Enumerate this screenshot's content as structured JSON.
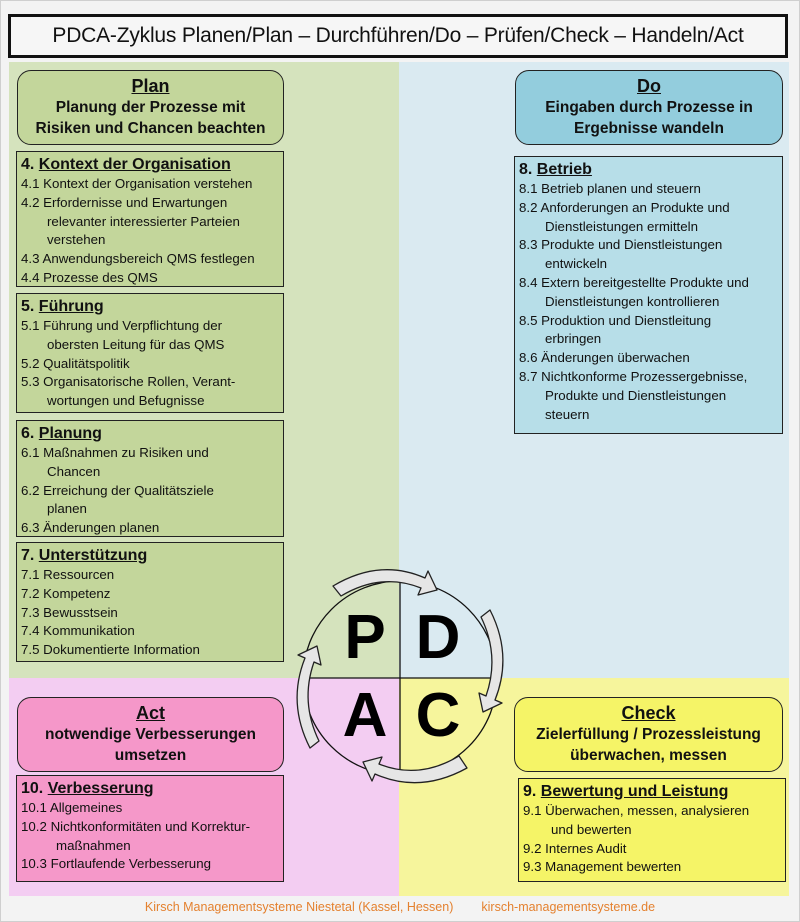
{
  "title": "PDCA-Zyklus Planen/Plan – Durchführen/Do – Prüfen/Check – Handeln/Act",
  "colors": {
    "plan_bg": "#d5e3bd",
    "plan_box": "#c3d69b",
    "do_bg": "#daeaf1",
    "do_head": "#93cddd",
    "do_box": "#b7dee8",
    "act_bg": "#f3cdf2",
    "act_box": "#f597c9",
    "check_bg": "#f6f59c",
    "check_box": "#f5f467",
    "footer_text": "#e4812f"
  },
  "plan": {
    "heading": "Plan",
    "subtitle_lines": [
      "Planung der Prozesse mit",
      "Risiken und Chancen beachten"
    ],
    "sections": [
      {
        "num": "4.",
        "title": "Kontext der Organisation",
        "items": [
          {
            "lines": [
              "4.1 Kontext der Organisation verstehen"
            ]
          },
          {
            "lines": [
              "4.2 Erfordernisse und Erwartungen",
              "relevanter  interessierter Parteien",
              "verstehen"
            ]
          },
          {
            "lines": [
              "4.3 Anwendungsbereich QMS festlegen"
            ]
          },
          {
            "lines": [
              "4.4 Prozesse  des QMS"
            ]
          }
        ]
      },
      {
        "num": "5.",
        "title": "Führung",
        "items": [
          {
            "lines": [
              "5.1 Führung und Verpflichtung der",
              "obersten Leitung für das QMS"
            ]
          },
          {
            "lines": [
              "5.2 Qualitätspolitik"
            ]
          },
          {
            "lines": [
              "5.3 Organisatorische Rollen, Verant-",
              "wortungen und Befugnisse"
            ]
          }
        ]
      },
      {
        "num": "6.",
        "title": "Planung",
        "items": [
          {
            "lines": [
              "6.1 Maßnahmen zu Risiken und",
              "Chancen"
            ]
          },
          {
            "lines": [
              "6.2 Erreichung der Qualitätsziele",
              "planen"
            ]
          },
          {
            "lines": [
              "6.3 Änderungen planen"
            ]
          }
        ]
      },
      {
        "num": "7.",
        "title": "Unterstützung",
        "items": [
          {
            "lines": [
              "7.1 Ressourcen"
            ]
          },
          {
            "lines": [
              "7.2 Kompetenz"
            ]
          },
          {
            "lines": [
              "7.3 Bewusstsein"
            ]
          },
          {
            "lines": [
              "7.4 Kommunikation"
            ]
          },
          {
            "lines": [
              "7.5 Dokumentierte Information"
            ]
          }
        ]
      }
    ]
  },
  "do": {
    "heading": "Do",
    "subtitle_lines": [
      "Eingaben durch Prozesse in",
      "Ergebnisse wandeln"
    ],
    "section": {
      "num": "8.",
      "title": "Betrieb",
      "items": [
        {
          "lines": [
            "8.1 Betrieb planen und steuern"
          ]
        },
        {
          "lines": [
            "8.2 Anforderungen an Produkte und",
            "Dienstleistungen ermitteln"
          ]
        },
        {
          "lines": [
            "8.3 Produkte und Dienstleistungen",
            "entwickeln"
          ]
        },
        {
          "lines": [
            "8.4 Extern bereitgestellte Produkte und",
            "Dienstleistungen kontrollieren"
          ]
        },
        {
          "lines": [
            "8.5 Produktion und Dienstleitung",
            "erbringen"
          ]
        },
        {
          "lines": [
            "8.6 Änderungen überwachen"
          ]
        },
        {
          "lines": [
            "8.7 Nichtkonforme Prozessergebnisse,",
            "Produkte und Dienstleistungen",
            "steuern"
          ]
        }
      ]
    }
  },
  "act": {
    "heading": "Act",
    "subtitle_lines": [
      "notwendige Verbesserungen",
      "umsetzen"
    ],
    "section": {
      "num": "10.",
      "title": "Verbesserung",
      "items": [
        {
          "lines": [
            "10.1 Allgemeines"
          ]
        },
        {
          "lines": [
            "10.2 Nichtkonformitäten und  Korrektur-",
            "maßnahmen"
          ]
        },
        {
          "lines": [
            "10.3 Fortlaufende Verbesserung"
          ]
        }
      ]
    }
  },
  "check": {
    "heading": "Check",
    "subtitle_lines": [
      "Zielerfüllung / Prozessleistung",
      "überwachen, messen"
    ],
    "section": {
      "num": "9.",
      "title": "Bewertung und Leistung",
      "items": [
        {
          "lines": [
            "9.1 Überwachen, messen, analysieren",
            "und bewerten"
          ]
        },
        {
          "lines": [
            "9.2 Internes Audit"
          ]
        },
        {
          "lines": [
            "9.3 Management bewerten"
          ]
        }
      ]
    }
  },
  "cycle": {
    "letters": [
      "P",
      "D",
      "A",
      "C"
    ],
    "arrow_icon": "curved-arrow-clockwise"
  },
  "footer": {
    "company": "Kirsch Managementsysteme Niestetal (Kassel, Hessen)",
    "website": "kirsch-managementsysteme.de"
  }
}
